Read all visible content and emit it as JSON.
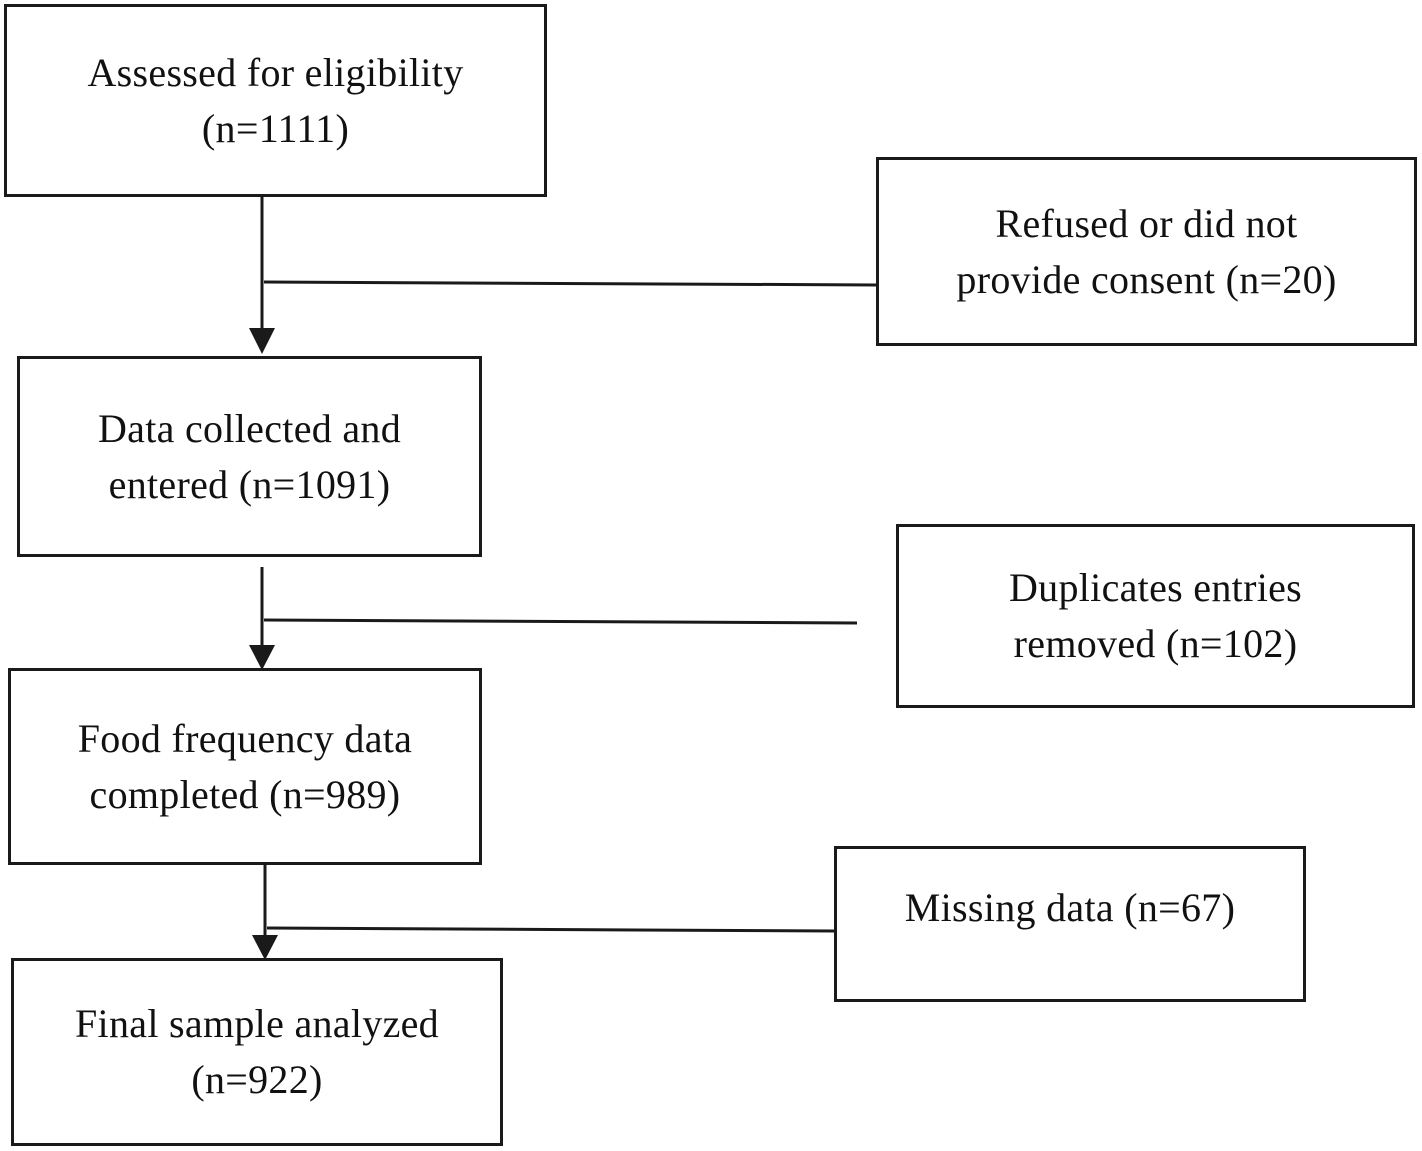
{
  "flowchart": {
    "main_steps": [
      {
        "label": "Assessed for eligibility\n(n=1111)"
      },
      {
        "label": "Data collected and\nentered (n=1091)"
      },
      {
        "label": "Food frequency data\ncompleted (n=989)"
      },
      {
        "label": "Final sample analyzed\n(n=922)"
      }
    ],
    "exclusions": [
      {
        "label": "Refused or did not\nprovide consent (n=20)"
      },
      {
        "label": "Duplicates entries\nremoved (n=102)"
      },
      {
        "label": "Missing data (n=67)"
      }
    ]
  }
}
